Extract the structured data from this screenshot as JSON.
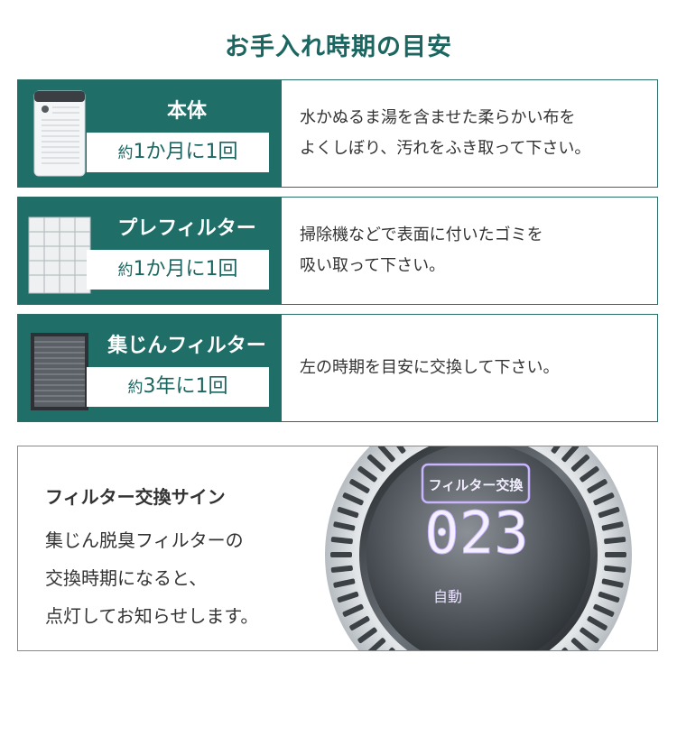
{
  "title": "お手入れ時期の目安",
  "rows": [
    {
      "name": "本体",
      "freq_prefix": "約",
      "freq_main": "1か月に1回",
      "desc": [
        "水かぬるま湯を含ませた柔らかい布を",
        "よくしぼり、汚れをふき取って下さい。"
      ],
      "thumb": "air-purifier-unit-image"
    },
    {
      "name": "プレフィルター",
      "freq_prefix": "約",
      "freq_main": "1か月に1回",
      "desc": [
        "掃除機などで表面に付いたゴミを",
        "吸い取って下さい。"
      ],
      "thumb": "pre-filter-image"
    },
    {
      "name": "集じんフィルター",
      "freq_prefix": "約",
      "freq_main": "3年に1回",
      "desc": [
        "左の時期を目安に交換して下さい。"
      ],
      "thumb": "dust-filter-image"
    }
  ],
  "sign": {
    "title": "フィルター交換サイン",
    "lines": [
      "集じん脱臭フィルターの",
      "交換時期になると、",
      "点灯してお知らせします。"
    ],
    "panel_label": "フィルター交換",
    "panel_digits": "023",
    "panel_mode": "自動"
  },
  "colors": {
    "accent": "#1f6e68",
    "title": "#1b6660",
    "text": "#333333",
    "panel_glow": "#c9b4ff"
  }
}
